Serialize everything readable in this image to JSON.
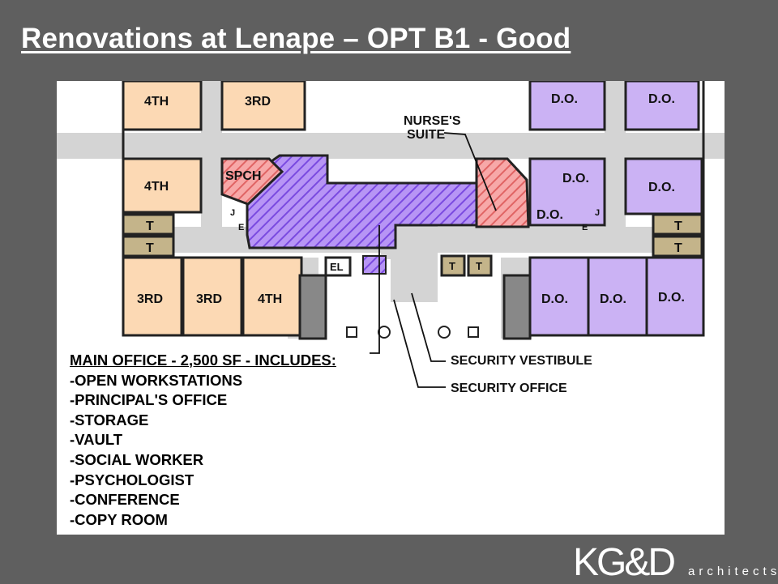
{
  "title": "Renovations at Lenape – OPT B1 - Good",
  "plan": {
    "rooms": [
      {
        "id": "r1",
        "label": "4TH",
        "type": "classroom"
      },
      {
        "id": "r2",
        "label": "3RD",
        "type": "classroom"
      },
      {
        "id": "r3",
        "label": "4TH",
        "type": "classroom"
      },
      {
        "id": "r4",
        "label": "T",
        "type": "toilet"
      },
      {
        "id": "r5",
        "label": "T",
        "type": "toilet"
      },
      {
        "id": "r6",
        "label": "3RD",
        "type": "classroom"
      },
      {
        "id": "r7",
        "label": "3RD",
        "type": "classroom"
      },
      {
        "id": "r8",
        "label": "4TH",
        "type": "classroom"
      },
      {
        "id": "r9",
        "label": "SPCH",
        "type": "renovated-red"
      },
      {
        "id": "r10",
        "label": "EL",
        "type": "service"
      },
      {
        "id": "r11",
        "label": "T",
        "type": "toilet"
      },
      {
        "id": "r12",
        "label": "T",
        "type": "toilet"
      },
      {
        "id": "r13",
        "label": "D.O.",
        "type": "district-office"
      },
      {
        "id": "r14",
        "label": "D.O.",
        "type": "district-office"
      },
      {
        "id": "r15",
        "label": "D.O.",
        "type": "district-office"
      },
      {
        "id": "r16",
        "label": "D.O.",
        "type": "district-office"
      },
      {
        "id": "r17",
        "label": "D.O.",
        "type": "district-office"
      },
      {
        "id": "r18",
        "label": "T",
        "type": "toilet"
      },
      {
        "id": "r19",
        "label": "T",
        "type": "toilet"
      },
      {
        "id": "r20",
        "label": "D.O.",
        "type": "district-office"
      },
      {
        "id": "r21",
        "label": "D.O.",
        "type": "district-office"
      },
      {
        "id": "r22",
        "label": "D.O.",
        "type": "district-office"
      }
    ],
    "small_labels": [
      "J",
      "E",
      "J",
      "E"
    ],
    "callouts": {
      "nurse": "NURSE'S\nSUITE",
      "vestibule": "SECURITY VESTIBULE",
      "office": "SECURITY OFFICE"
    },
    "notes_heading": "MAIN OFFICE - 2,500 SF - INCLUDES:",
    "notes_items": [
      "-OPEN WORKSTATIONS",
      "-PRINCIPAL'S OFFICE",
      "-STORAGE",
      "-VAULT",
      "-SOCIAL WORKER",
      "-PSYCHOLOGIST",
      "-CONFERENCE",
      "-COPY ROOM"
    ],
    "colors": {
      "classroom": "#fcd9b4",
      "district_office": "#cbb2f4",
      "toilet": "#c4b48a",
      "corridor": "#d4d4d4",
      "main_office_hatch": "#9a6cf2",
      "nurse_hatch": "#f08a8a",
      "wall": "#222222"
    }
  },
  "logo": {
    "mark": "KG&D",
    "word": "architects"
  }
}
